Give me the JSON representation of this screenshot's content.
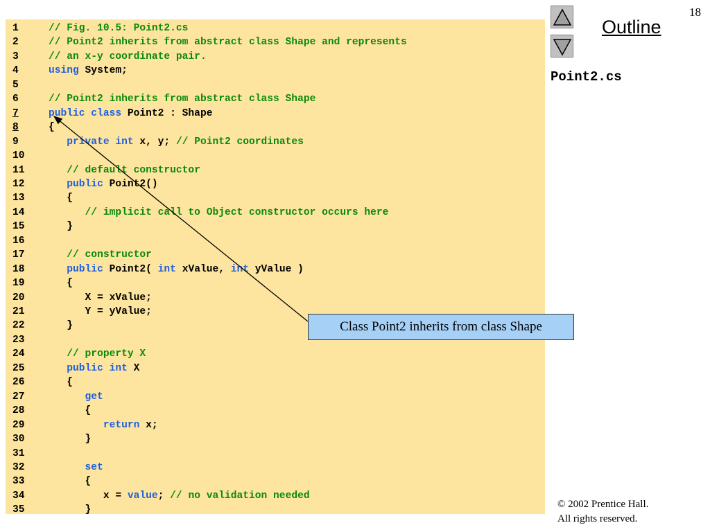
{
  "slide_number": "18",
  "nav": {
    "outline_label": "Outline",
    "file_label": "Point2.cs",
    "up_icon": "triangle-up-icon",
    "down_icon": "triangle-down-icon"
  },
  "callout": {
    "text": "Class Point2 inherits from class Shape"
  },
  "copyright": {
    "line1": "© 2002 Prentice Hall.",
    "line2": "All rights reserved."
  },
  "colors": {
    "code_background": "#fde59f",
    "comment": "#0a8a0a",
    "keyword": "#1f5fe0",
    "callout_background": "#a6d0f5"
  },
  "code_lines": [
    {
      "num": "1",
      "tokens": [
        {
          "t": "c",
          "v": "// Fig. 10.5: Point2.cs"
        }
      ]
    },
    {
      "num": "2",
      "tokens": [
        {
          "t": "c",
          "v": "// Point2 inherits from abstract class Shape and represents"
        }
      ]
    },
    {
      "num": "3",
      "tokens": [
        {
          "t": "c",
          "v": "// an x-y coordinate pair."
        }
      ]
    },
    {
      "num": "4",
      "tokens": [
        {
          "t": "k",
          "v": "using"
        },
        {
          "t": "p",
          "v": " System;"
        }
      ]
    },
    {
      "num": "5",
      "tokens": []
    },
    {
      "num": "6",
      "tokens": [
        {
          "t": "c",
          "v": "// Point2 inherits from abstract class Shape"
        }
      ]
    },
    {
      "num": "7",
      "tokens": [
        {
          "t": "k",
          "v": "public class"
        },
        {
          "t": "p",
          "v": " Point2 : Shape"
        }
      ]
    },
    {
      "num": "8",
      "tokens": [
        {
          "t": "p",
          "v": "{"
        }
      ]
    },
    {
      "num": "9",
      "tokens": [
        {
          "t": "p",
          "v": "   "
        },
        {
          "t": "k",
          "v": "private int"
        },
        {
          "t": "p",
          "v": " x, y; "
        },
        {
          "t": "c",
          "v": "// Point2 coordinates"
        }
      ]
    },
    {
      "num": "10",
      "tokens": []
    },
    {
      "num": "11",
      "tokens": [
        {
          "t": "p",
          "v": "   "
        },
        {
          "t": "c",
          "v": "// default constructor"
        }
      ]
    },
    {
      "num": "12",
      "tokens": [
        {
          "t": "p",
          "v": "   "
        },
        {
          "t": "k",
          "v": "public"
        },
        {
          "t": "p",
          "v": " Point2()"
        }
      ]
    },
    {
      "num": "13",
      "tokens": [
        {
          "t": "p",
          "v": "   {"
        }
      ]
    },
    {
      "num": "14",
      "tokens": [
        {
          "t": "p",
          "v": "      "
        },
        {
          "t": "c",
          "v": "// implicit call to Object constructor occurs here"
        }
      ]
    },
    {
      "num": "15",
      "tokens": [
        {
          "t": "p",
          "v": "   }"
        }
      ]
    },
    {
      "num": "16",
      "tokens": []
    },
    {
      "num": "17",
      "tokens": [
        {
          "t": "p",
          "v": "   "
        },
        {
          "t": "c",
          "v": "// constructor"
        }
      ]
    },
    {
      "num": "18",
      "tokens": [
        {
          "t": "p",
          "v": "   "
        },
        {
          "t": "k",
          "v": "public"
        },
        {
          "t": "p",
          "v": " Point2( "
        },
        {
          "t": "k",
          "v": "int"
        },
        {
          "t": "p",
          "v": " xValue, "
        },
        {
          "t": "k",
          "v": "int"
        },
        {
          "t": "p",
          "v": " yValue )"
        }
      ]
    },
    {
      "num": "19",
      "tokens": [
        {
          "t": "p",
          "v": "   {"
        }
      ]
    },
    {
      "num": "20",
      "tokens": [
        {
          "t": "p",
          "v": "      X = xValue;"
        }
      ]
    },
    {
      "num": "21",
      "tokens": [
        {
          "t": "p",
          "v": "      Y = yValue;"
        }
      ]
    },
    {
      "num": "22",
      "tokens": [
        {
          "t": "p",
          "v": "   }"
        }
      ]
    },
    {
      "num": "23",
      "tokens": []
    },
    {
      "num": "24",
      "tokens": [
        {
          "t": "p",
          "v": "   "
        },
        {
          "t": "c",
          "v": "// property X"
        }
      ]
    },
    {
      "num": "25",
      "tokens": [
        {
          "t": "p",
          "v": "   "
        },
        {
          "t": "k",
          "v": "public int"
        },
        {
          "t": "p",
          "v": " X"
        }
      ]
    },
    {
      "num": "26",
      "tokens": [
        {
          "t": "p",
          "v": "   {"
        }
      ]
    },
    {
      "num": "27",
      "tokens": [
        {
          "t": "p",
          "v": "      "
        },
        {
          "t": "k",
          "v": "get"
        }
      ]
    },
    {
      "num": "28",
      "tokens": [
        {
          "t": "p",
          "v": "      {"
        }
      ]
    },
    {
      "num": "29",
      "tokens": [
        {
          "t": "p",
          "v": "         "
        },
        {
          "t": "k",
          "v": "return"
        },
        {
          "t": "p",
          "v": " x;"
        }
      ]
    },
    {
      "num": "30",
      "tokens": [
        {
          "t": "p",
          "v": "      }"
        }
      ]
    },
    {
      "num": "31",
      "tokens": []
    },
    {
      "num": "32",
      "tokens": [
        {
          "t": "p",
          "v": "      "
        },
        {
          "t": "k",
          "v": "set"
        }
      ]
    },
    {
      "num": "33",
      "tokens": [
        {
          "t": "p",
          "v": "      {"
        }
      ]
    },
    {
      "num": "34",
      "tokens": [
        {
          "t": "p",
          "v": "         x = "
        },
        {
          "t": "k",
          "v": "value"
        },
        {
          "t": "p",
          "v": "; "
        },
        {
          "t": "c",
          "v": "// no validation needed"
        }
      ]
    },
    {
      "num": "35",
      "tokens": [
        {
          "t": "p",
          "v": "      }"
        }
      ]
    }
  ]
}
